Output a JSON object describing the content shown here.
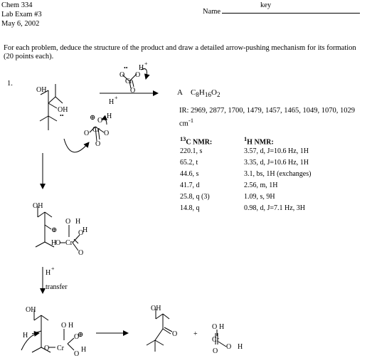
{
  "header": {
    "course": "Chem 334",
    "exam": "Lab Exam #3",
    "date": "May 6, 2002",
    "name_label": "Name",
    "key_label": "key"
  },
  "instructions": "For each problem, deduce the structure of the product and draw a detailed arrow-pushing mechanism for its formation (20 points each).",
  "problem": {
    "number": "1.",
    "compound_label": "A",
    "formula_prefix": "C",
    "formula_c": "8",
    "formula_h_prefix": "H",
    "formula_h": "16",
    "formula_o_prefix": "O",
    "formula_o": "2",
    "ir_label": "IR:",
    "ir_values": "2969, 2877, 1700, 1479, 1457, 1465, 1049, 1070, 1029 cm",
    "ir_unit_exp": "-1"
  },
  "nmr": {
    "c13_label_sup": "13",
    "c13_label": "C NMR:",
    "h1_label_sup": "1",
    "h1_label": "H NMR:",
    "c13": [
      "220.1, s",
      "65.2, t",
      "44.6, s",
      "41.7, d",
      "25.8, q (3)",
      "14.8, q"
    ],
    "h1": [
      "3.57, d, J=10.6 Hz, 1H",
      "3.35, d, J=10.6 Hz, 1H",
      "3.1, bs, 1H (exchanges)",
      "2.56, m, 1H",
      "1.09, s, 9H",
      "0.98, d, J=7.1 Hz, 3H"
    ]
  },
  "scheme": {
    "reagent_top": "H",
    "reagent_top_charge": "+",
    "reagent_arrow": "H",
    "reagent_arrow_charge": "+",
    "step_reagent": "H",
    "step_reagent_charge": "+",
    "step_label": "transfer",
    "plus": "+",
    "atom_O": "O",
    "atom_Cr": "Cr",
    "atom_OH": "OH",
    "atom_H": "H",
    "oplus": "⊕",
    "lone_pair": "••"
  }
}
